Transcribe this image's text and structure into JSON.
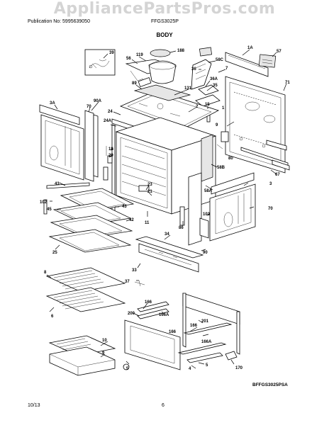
{
  "watermark": "AppliancePartsPros.com",
  "header": {
    "publication": "Publication No: 5995639050",
    "model": "FFGS3025P",
    "title": "BODY"
  },
  "figure_code": "BFFGS3025PSA",
  "footer": {
    "date": "10/13",
    "page": "6"
  },
  "labels": {
    "l39": "39",
    "l56": "56",
    "l119": "119",
    "l188": "188",
    "l1A": "1A",
    "l57": "57",
    "l58C": "58C",
    "l36": "36",
    "l7": "7",
    "l89": "89",
    "l36A": "36A",
    "l35": "35",
    "l71": "71",
    "l131": "131",
    "l3A": "3A",
    "l90A": "90A",
    "l70a": "70",
    "l24": "24",
    "l2": "2",
    "l15": "15",
    "l1": "1",
    "l9": "9",
    "l24A": "24A",
    "l29": "29",
    "l18": "18",
    "l80": "80",
    "l67": "67",
    "l58B": "58B",
    "l23": "23",
    "l21": "21",
    "l43a": "43",
    "l3": "3",
    "l102a": "102",
    "l45": "45",
    "l43b": "43",
    "l58A": "58A",
    "l70b": "70",
    "l42": "42",
    "l11": "11",
    "l86": "86",
    "l102b": "102",
    "l25": "25",
    "l34": "34",
    "l90": "90",
    "l33": "33",
    "l8": "8",
    "l37": "37",
    "l6": "6",
    "l166a": "166",
    "l200": "200",
    "l166Aa": "166A",
    "l201": "201",
    "l166b": "166",
    "l166Ab": "166A",
    "l10": "10",
    "l9b": "9",
    "l5a": "5",
    "l5b": "5",
    "l170": "170",
    "l166c": "166",
    "l4": "4"
  }
}
